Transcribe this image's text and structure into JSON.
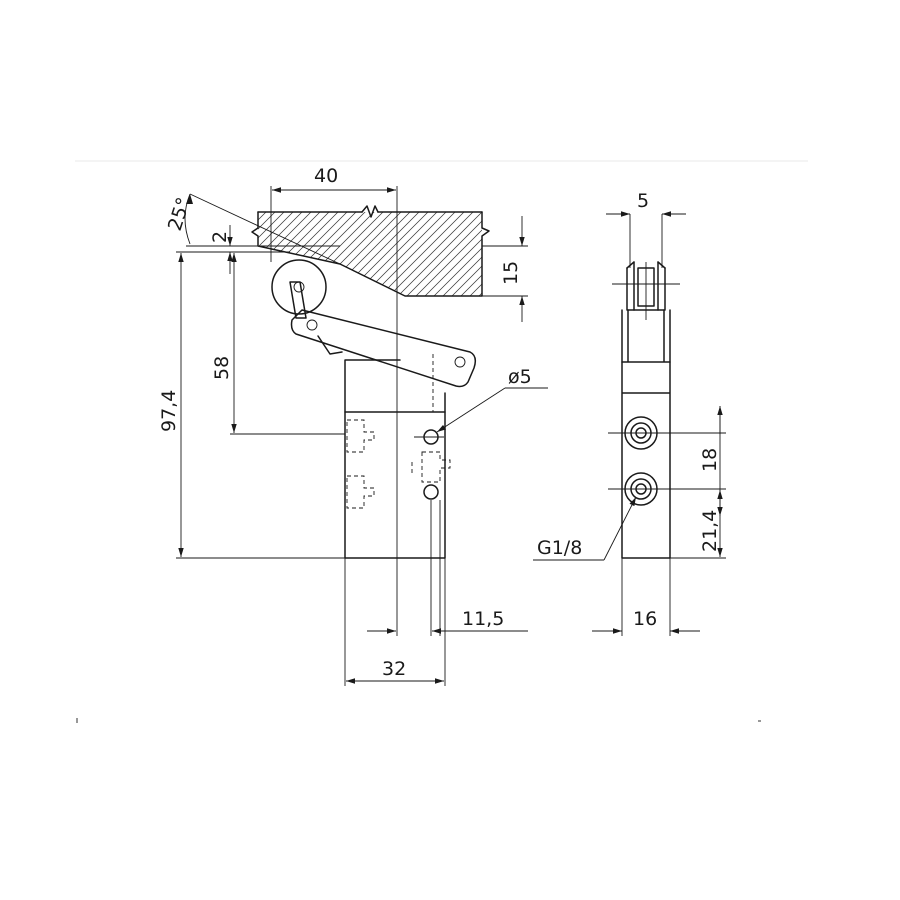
{
  "dimensions": {
    "width_top": "40",
    "angle": "25°",
    "gap": "2",
    "depth": "15",
    "lever_height": "58",
    "total_height": "97,4",
    "hole_dia": "ø5",
    "offset": "11,5",
    "body_width": "32",
    "roller_width": "5",
    "port_spacing": "18",
    "port_base": "21,4",
    "thread": "G1/8",
    "body_depth": "16"
  },
  "colors": {
    "line": "#1a1a1a",
    "background": "#ffffff"
  }
}
